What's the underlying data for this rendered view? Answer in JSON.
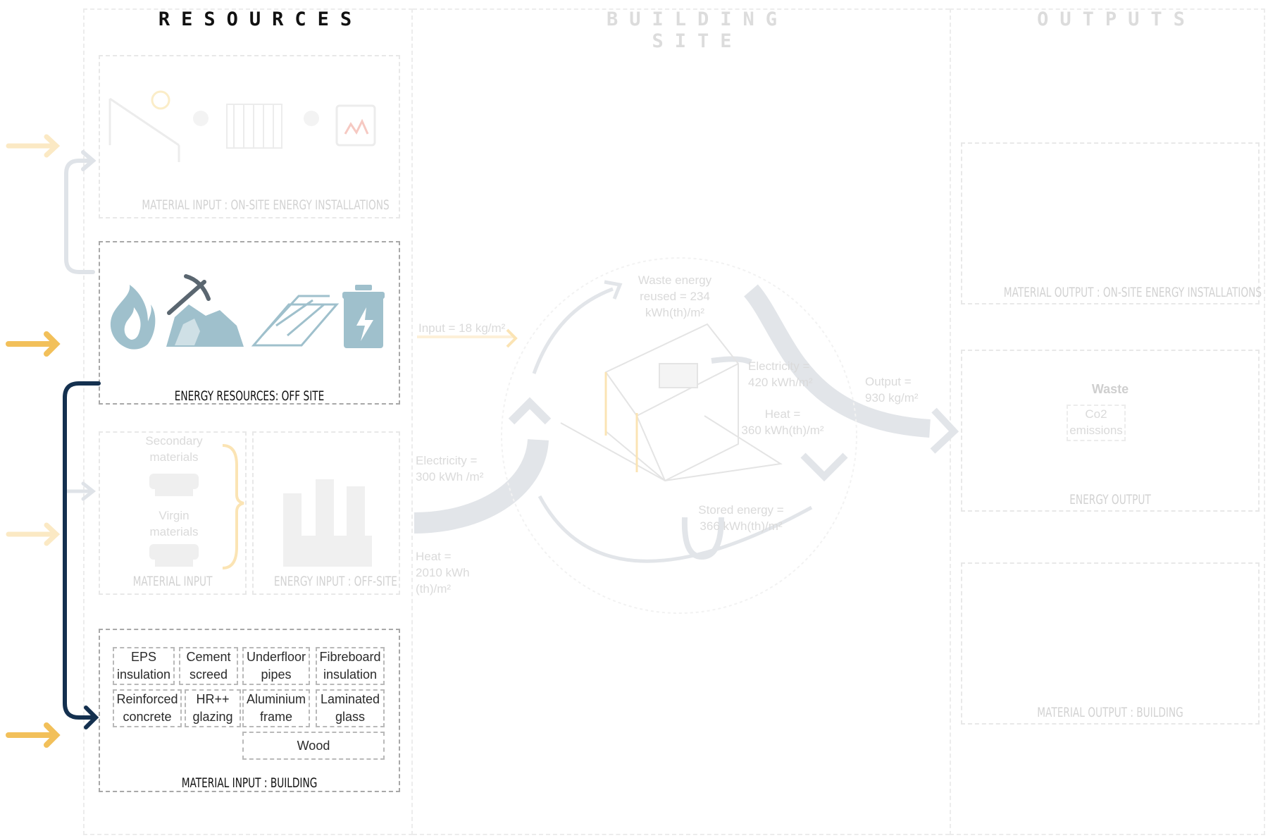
{
  "columns": {
    "resources": "RESOURCES",
    "building_site": "BUILDING SITE",
    "outputs": "OUTPUTS"
  },
  "resources": {
    "onsite_installations_label": "MATERIAL INPUT : ON-SITE ENERGY INSTALLATIONS",
    "energy_offsite_label": "ENERGY RESOURCES: OFF SITE",
    "material_input_label": "MATERIAL INPUT",
    "energy_input_offsite_label": "ENERGY INPUT : OFF-SITE",
    "secondary_materials": [
      "Secondary",
      "materials"
    ],
    "virgin_materials": [
      "Virgin",
      "materials"
    ],
    "material_building_label": "MATERIAL INPUT : BUILDING",
    "materials": [
      [
        "EPS",
        "insulation"
      ],
      [
        "Cement",
        "screed"
      ],
      [
        "Underfloor",
        "pipes"
      ],
      [
        "Fibreboard",
        "insulation"
      ],
      [
        "Reinforced",
        "concrete"
      ],
      [
        "HR++",
        "glazing"
      ],
      [
        "Aluminium",
        "frame"
      ],
      [
        "Laminated",
        "glass"
      ],
      [
        "Wood"
      ]
    ]
  },
  "site": {
    "input": "Input = 18 kg/m²",
    "electricity_in": [
      "Electricity  =",
      "300 kWh /m²"
    ],
    "heat_in": [
      "Heat =",
      "2010 kWh",
      "(th)/m²"
    ],
    "waste_reused": [
      "Waste energy",
      "reused = 234",
      "kWh(th)/m²"
    ],
    "electricity_out": [
      "Electricity =",
      "420 kWh/m²"
    ],
    "heat_out": [
      "Heat =",
      "360 kWh(th)/m²"
    ],
    "stored": [
      "Stored energy =",
      "366 kWh(th)/m²"
    ],
    "output": [
      "Output =",
      "930 kg/m²"
    ]
  },
  "outputs": {
    "onsite_installations_label": "MATERIAL OUTPUT : ON-SITE ENERGY INSTALLATIONS",
    "waste_title": "Waste",
    "co2": [
      "Co2",
      "emissions"
    ],
    "energy_output_label": "ENERGY OUTPUT",
    "building_label": "MATERIAL OUTPUT : BUILDING"
  },
  "colors": {
    "navy": "#14304f",
    "gold": "#f2c05a",
    "icon_blue": "#9fc0cc",
    "grey": "#d6d9dd"
  }
}
